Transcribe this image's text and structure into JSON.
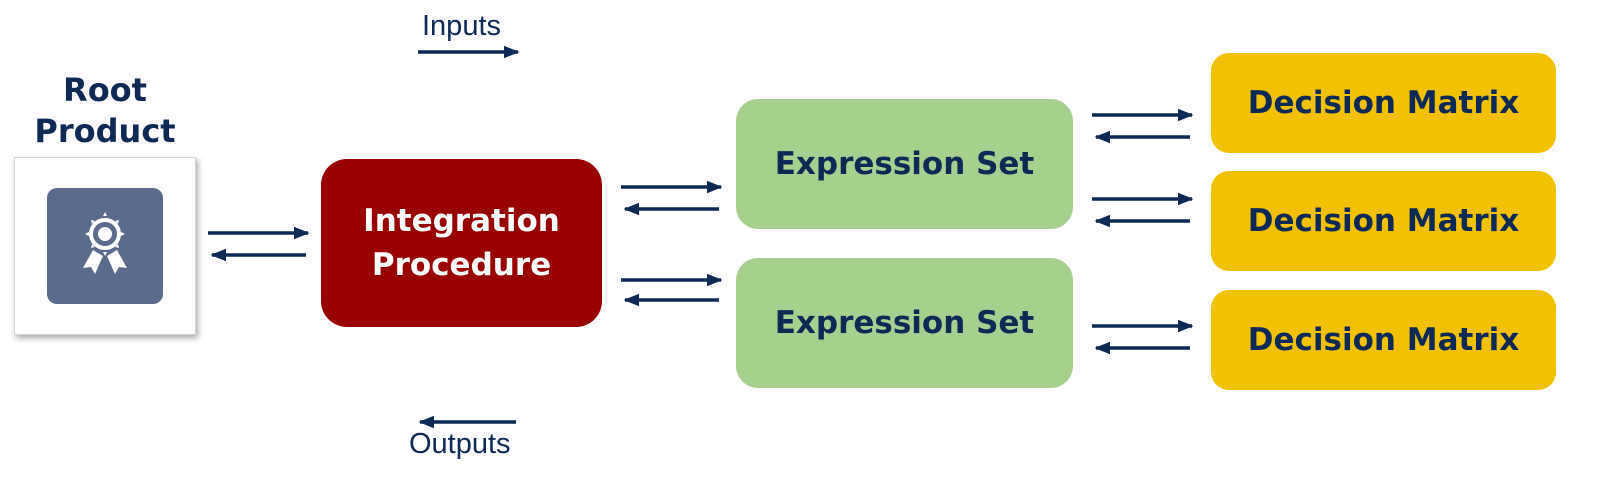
{
  "legend": {
    "inputs_label": "Inputs",
    "outputs_label": "Outputs"
  },
  "root_product": {
    "title_line1": "Root",
    "title_line2": "Product",
    "icon": "award-icon"
  },
  "integration_procedure": {
    "line1": "Integration",
    "line2": "Procedure"
  },
  "expression_sets": [
    {
      "label": "Expression Set"
    },
    {
      "label": "Expression Set"
    }
  ],
  "decision_matrices": [
    {
      "label": "Decision Matrix"
    },
    {
      "label": "Decision Matrix"
    },
    {
      "label": "Decision Matrix"
    }
  ],
  "colors": {
    "arrow": "#0d2a57",
    "integration_procedure": "#990000",
    "expression_set": "#a7cf8e",
    "decision_matrix": "#f2c200",
    "icon_tile": "#5a6b8e"
  }
}
